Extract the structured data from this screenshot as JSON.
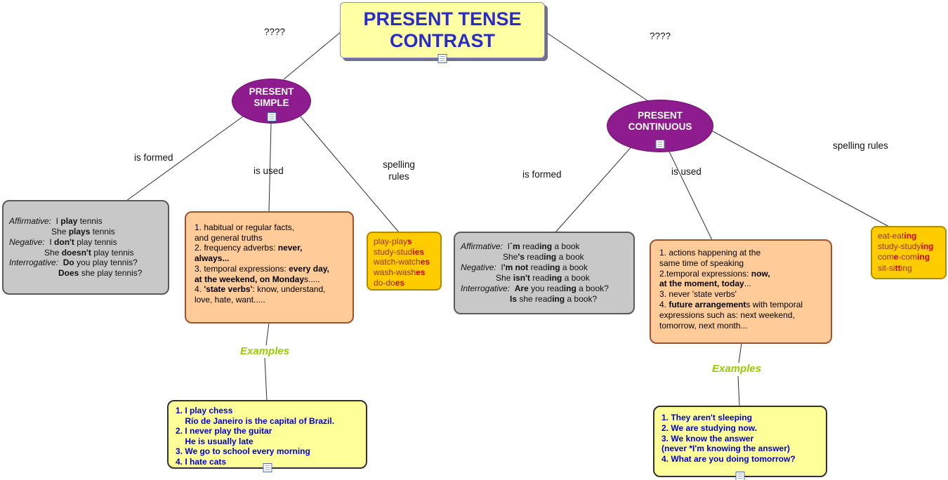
{
  "title": {
    "lines": [
      "PRESENT TENSE",
      "CONTRAST"
    ]
  },
  "questions": {
    "left": "????",
    "right": "????"
  },
  "nodes": {
    "present_simple": {
      "lines": [
        "PRESENT",
        "SIMPLE"
      ]
    },
    "present_continuous": {
      "lines": [
        "PRESENT",
        "CONTINUOUS"
      ]
    }
  },
  "labels": {
    "ps_formed": "is formed",
    "ps_used": "is used",
    "ps_spelling": [
      "spelling",
      "rules"
    ],
    "pc_formed": "is formed",
    "pc_used": "is used",
    "pc_spelling": "spelling rules",
    "examples_left": "Examples",
    "examples_right": "Examples"
  },
  "boxes": {
    "ps_formed": {
      "lines": [
        [
          {
            "t": "Affirmative:",
            "i": true
          },
          {
            "t": "  I "
          },
          {
            "t": "play",
            "b": true
          },
          {
            "t": " tennis"
          }
        ],
        [
          {
            "t": "                  She "
          },
          {
            "t": "plays",
            "b": true
          },
          {
            "t": " tennis"
          }
        ],
        [
          {
            "t": "Negative:",
            "i": true
          },
          {
            "t": "  I "
          },
          {
            "t": "don't",
            "b": true
          },
          {
            "t": " play tennis"
          }
        ],
        [
          {
            "t": "               She "
          },
          {
            "t": "doesn't",
            "b": true
          },
          {
            "t": " play tennis"
          }
        ],
        [
          {
            "t": "Interrogative:",
            "i": true
          },
          {
            "t": "  "
          },
          {
            "t": "Do",
            "b": true
          },
          {
            "t": " you play tennis?"
          }
        ],
        [
          {
            "t": "                     "
          },
          {
            "t": "Does",
            "b": true
          },
          {
            "t": " she play tennis?"
          }
        ]
      ]
    },
    "ps_used": {
      "lines": [
        [
          {
            "t": "1. habitual or regular facts,"
          }
        ],
        [
          {
            "t": "and general truths"
          }
        ],
        [
          {
            "t": "2. frequency adverbs: "
          },
          {
            "t": "never,",
            "b": true
          }
        ],
        [
          {
            "t": "always...",
            "b": true
          }
        ],
        [
          {
            "t": "3. temporal expressions: "
          },
          {
            "t": "every day,",
            "b": true
          }
        ],
        [
          {
            "t": "at the weekend, on Monday",
            "b": true
          },
          {
            "t": "s....."
          }
        ],
        [
          {
            "t": "4. "
          },
          {
            "t": "'state verbs'",
            "b": true
          },
          {
            "t": ": know, understand,"
          }
        ],
        [
          {
            "t": "love, hate, want....."
          }
        ]
      ]
    },
    "ps_spelling": {
      "lines": [
        [
          {
            "t": "play-play"
          },
          {
            "t": "s",
            "b": true
          }
        ],
        [
          {
            "t": "study-stud"
          },
          {
            "t": "ies",
            "b": true
          }
        ],
        [
          {
            "t": "watch-watch"
          },
          {
            "t": "es",
            "b": true
          }
        ],
        [
          {
            "t": "wash-wash"
          },
          {
            "t": "es",
            "b": true
          }
        ],
        [
          {
            "t": "do-do"
          },
          {
            "t": "es",
            "b": true
          }
        ]
      ]
    },
    "ps_examples": {
      "lines": [
        "1. I play chess",
        "    Río de Janeiro is the capital of Brazil.",
        "2. I never play the guitar",
        "    He is usually late",
        "3. We go to school every morning",
        "4. I hate cats"
      ]
    },
    "pc_formed": {
      "lines": [
        [
          {
            "t": "Affirmative:",
            "i": true
          },
          {
            "t": "  I"
          },
          {
            "t": "´m",
            "b": true
          },
          {
            "t": " read"
          },
          {
            "t": "ing",
            "b": true
          },
          {
            "t": " a book"
          }
        ],
        [
          {
            "t": "                  She"
          },
          {
            "t": "'s",
            "b": true
          },
          {
            "t": " read"
          },
          {
            "t": "ing",
            "b": true
          },
          {
            "t": " a book"
          }
        ],
        [
          {
            "t": "Negative:",
            "i": true
          },
          {
            "t": "  I"
          },
          {
            "t": "'m not",
            "b": true
          },
          {
            "t": " read"
          },
          {
            "t": "ing",
            "b": true
          },
          {
            "t": " a book"
          }
        ],
        [
          {
            "t": "               She "
          },
          {
            "t": "isn't",
            "b": true
          },
          {
            "t": " read"
          },
          {
            "t": "ing",
            "b": true
          },
          {
            "t": " a book"
          }
        ],
        [
          {
            "t": "Interrogative:",
            "i": true
          },
          {
            "t": "  "
          },
          {
            "t": "Are",
            "b": true
          },
          {
            "t": " you read"
          },
          {
            "t": "ing",
            "b": true
          },
          {
            "t": " a book?"
          }
        ],
        [
          {
            "t": "                     "
          },
          {
            "t": "Is",
            "b": true
          },
          {
            "t": " she read"
          },
          {
            "t": "ing",
            "b": true
          },
          {
            "t": " a book?"
          }
        ]
      ]
    },
    "pc_used": {
      "lines": [
        [
          {
            "t": "1. actions happening at the"
          }
        ],
        [
          {
            "t": "same time of speaking"
          }
        ],
        [
          {
            "t": "2.temporal expressions: "
          },
          {
            "t": "now,",
            "b": true
          }
        ],
        [
          {
            "t": "at the moment, today",
            "b": true
          },
          {
            "t": "..."
          }
        ],
        [
          {
            "t": "3. never 'state verbs'"
          }
        ],
        [
          {
            "t": "4. "
          },
          {
            "t": "future arrangement",
            "b": true
          },
          {
            "t": "s with temporal"
          }
        ],
        [
          {
            "t": "expressions such as: next weekend,"
          }
        ],
        [
          {
            "t": "tomorrow, next month..."
          }
        ]
      ]
    },
    "pc_spelling": {
      "lines": [
        [
          {
            "t": "eat-eat"
          },
          {
            "t": "ing",
            "b": true
          }
        ],
        [
          {
            "t": "study-study"
          },
          {
            "t": "ing",
            "b": true
          }
        ],
        [
          {
            "t": "com"
          },
          {
            "t": "e",
            "b": true
          },
          {
            "t": "-com"
          },
          {
            "t": "ing",
            "b": true
          }
        ],
        [
          {
            "t": "sit-si"
          },
          {
            "t": "tt",
            "b": true
          },
          {
            "t": "ing"
          }
        ]
      ]
    },
    "pc_examples": {
      "lines": [
        "1. They aren't sleeping",
        "2. We are studying now.",
        "3. We know the answer",
        "(never *I'm knowing the answer)",
        "4. What are you doing tomorrow?"
      ]
    }
  },
  "icons": {
    "resource": "resource-notes-icon"
  },
  "colors": {
    "title_bg": "#FFFFA3",
    "title_text": "#2B2BC8",
    "node_purple": "#8E1C8E",
    "formed_box_bg": "#C8C8C8",
    "used_box_bg": "#FFCC99",
    "used_box_border": "#A0522D",
    "spelling_box_bg": "#FFCC00",
    "spelling_text": "#993300",
    "spelling_bold_text": "#CC0000",
    "examples_box_bg": "#FFFF99",
    "examples_text": "#0000CC",
    "examples_label": "#99CC00",
    "connector_line": "#2F2F2F"
  }
}
